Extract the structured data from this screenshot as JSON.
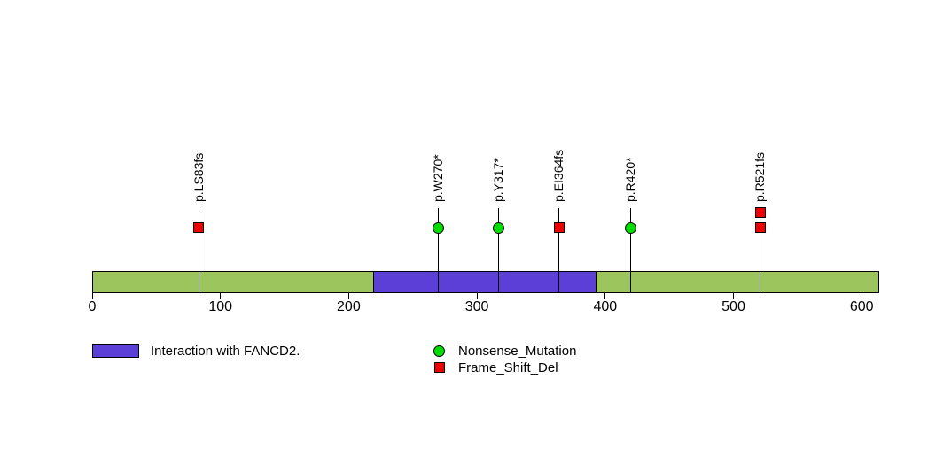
{
  "chart_data": {
    "type": "lollipop",
    "title": "",
    "xlabel": "",
    "ylabel": "",
    "protein_length": 614,
    "xlim": [
      0,
      614
    ],
    "x_ticks": [
      0,
      100,
      200,
      300,
      400,
      500,
      600
    ],
    "backbone_color": "#9DC55E",
    "stem_color": "#000000",
    "domains": [
      {
        "name": "Interaction with FANCD2.",
        "start": 219,
        "end": 393,
        "color": "#5B3FD6"
      }
    ],
    "mutation_types": [
      {
        "name": "Nonsense_Mutation",
        "marker": "circle",
        "color": "#00DD00"
      },
      {
        "name": "Frame_Shift_Del",
        "marker": "square",
        "color": "#EE0000"
      }
    ],
    "mutations": [
      {
        "label": "p.LS83fs",
        "position": 83,
        "type": "Frame_Shift_Del",
        "count": 1
      },
      {
        "label": "p.W270*",
        "position": 270,
        "type": "Nonsense_Mutation",
        "count": 1
      },
      {
        "label": "p.Y317*",
        "position": 317,
        "type": "Nonsense_Mutation",
        "count": 1
      },
      {
        "label": "p.EI364fs",
        "position": 364,
        "type": "Frame_Shift_Del",
        "count": 1
      },
      {
        "label": "p.R420*",
        "position": 420,
        "type": "Nonsense_Mutation",
        "count": 1
      },
      {
        "label": "p.R521fs",
        "position": 521,
        "type": "Frame_Shift_Del",
        "count": 2
      }
    ],
    "legend": {
      "domain_label": "Interaction with FANCD2.",
      "entries": [
        {
          "label": "Nonsense_Mutation"
        },
        {
          "label": "Frame_Shift_Del"
        }
      ]
    }
  }
}
